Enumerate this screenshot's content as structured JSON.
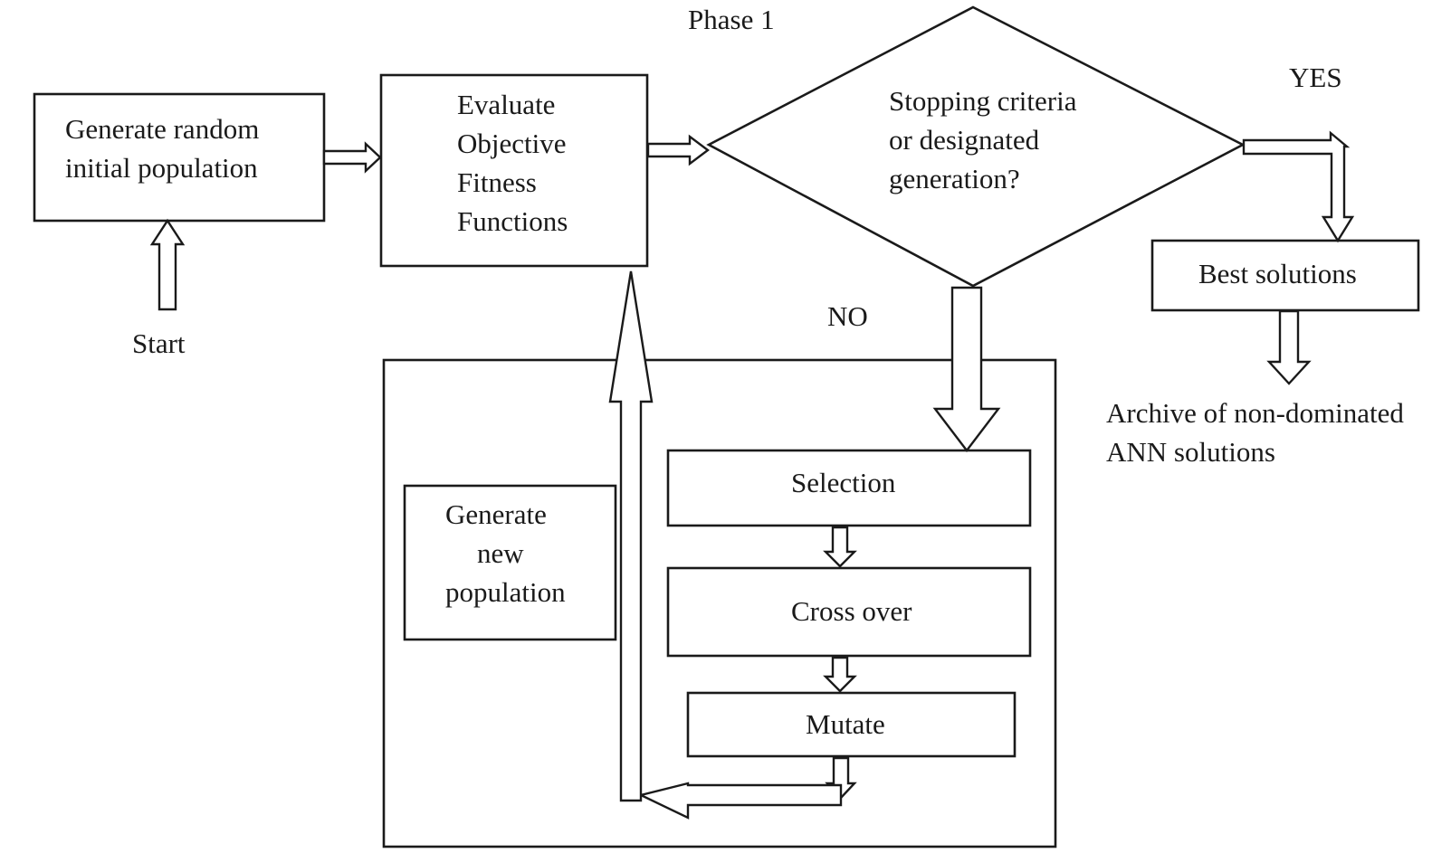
{
  "phase_label": "Phase 1",
  "nodes": {
    "generate_initial": {
      "line1": "Generate random",
      "line2": "initial population"
    },
    "evaluate": {
      "line1": "Evaluate",
      "line2": "Objective",
      "line3": "Fitness",
      "line4": "Functions"
    },
    "decision": {
      "line1": "Stopping criteria",
      "line2": "or designated",
      "line3": "generation?"
    },
    "best_solutions": {
      "label": "Best solutions"
    },
    "generate_new": {
      "line1": "Generate",
      "line2": "new",
      "line3": "population"
    },
    "selection": {
      "label": "Selection"
    },
    "crossover": {
      "label": "Cross over"
    },
    "mutate": {
      "label": "Mutate"
    }
  },
  "labels": {
    "start": "Start",
    "yes": "YES",
    "no": "NO",
    "archive_line1": "Archive of non-dominated",
    "archive_line2": "ANN solutions"
  }
}
